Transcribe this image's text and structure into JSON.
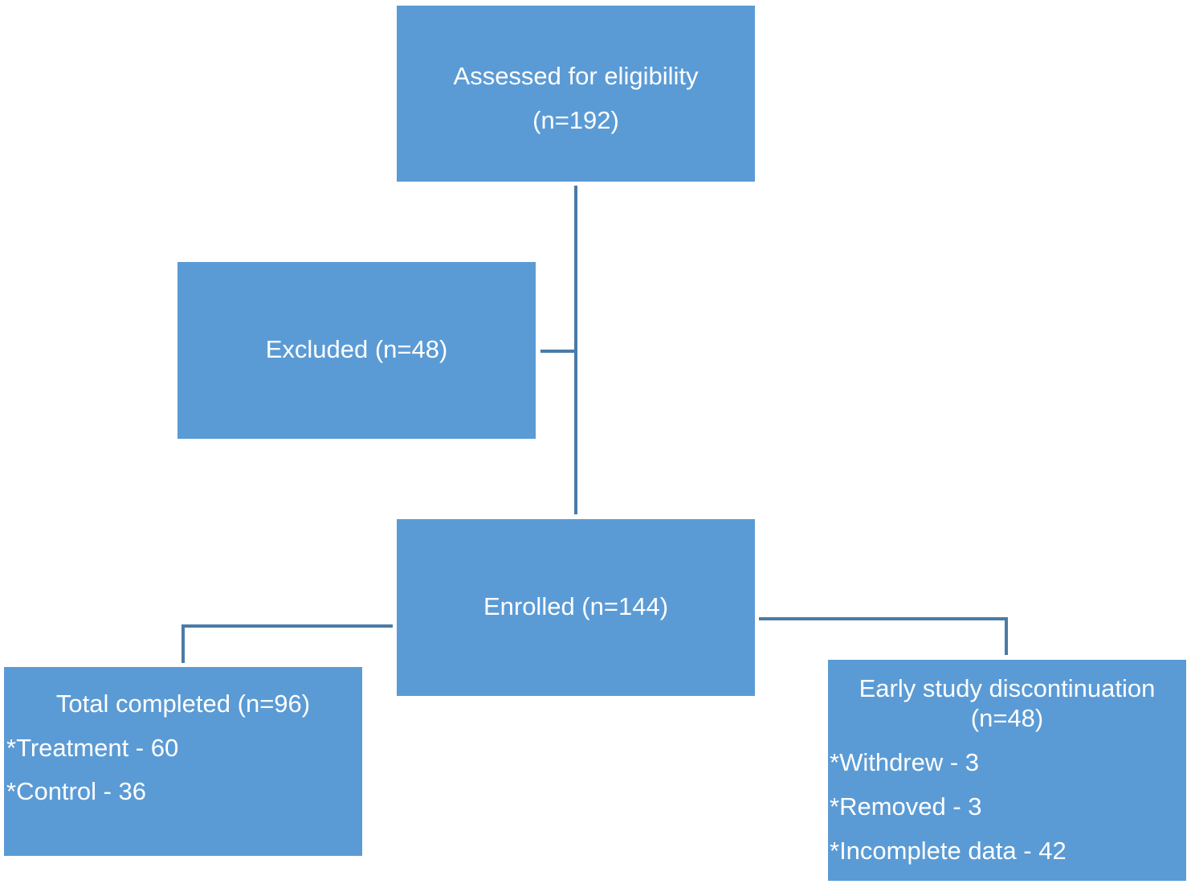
{
  "flowchart": {
    "assessed": {
      "title": "Assessed for eligibility",
      "count": "(n=192)"
    },
    "excluded": {
      "title": "Excluded (n=48)"
    },
    "enrolled": {
      "title": "Enrolled (n=144)"
    },
    "completed": {
      "title": "Total completed (n=96)",
      "items": [
        "*Treatment - 60",
        "*Control - 36"
      ]
    },
    "discontinued": {
      "title": "Early study discontinuation",
      "count": "(n=48)",
      "items": [
        "*Withdrew - 3",
        "*Removed - 3",
        "*Incomplete data - 42"
      ]
    }
  },
  "colors": {
    "box_fill": "#5b9bd5",
    "connector": "#4a7ba6",
    "text": "#ffffff"
  }
}
